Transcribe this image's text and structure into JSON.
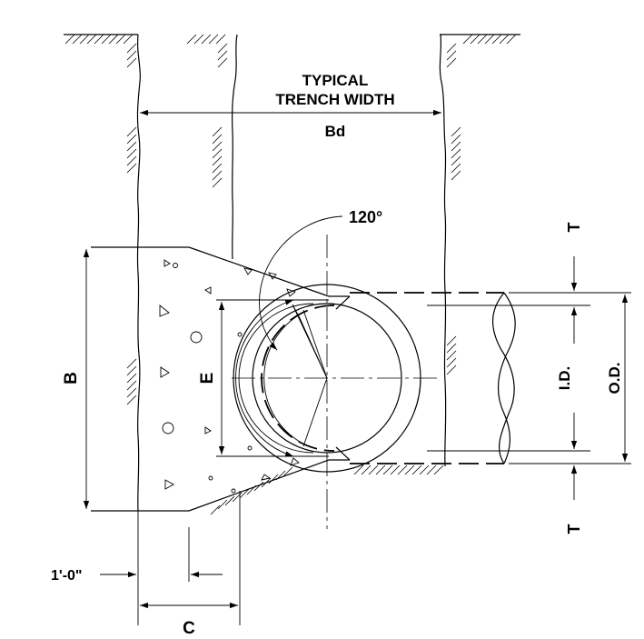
{
  "labels": {
    "trench_width_line1": "TYPICAL",
    "trench_width_line2": "TRENCH WIDTH",
    "trench_width_symbol": "Bd",
    "angle": "120°",
    "bedding_height": "B",
    "cradle_height": "E",
    "offset": "1'-0\"",
    "cradle_width": "C",
    "thickness_top": "T",
    "thickness_bottom": "T",
    "inside_diameter": "I.D.",
    "outside_diameter": "O.D."
  },
  "icons": {
    "arrowhead": "arrowhead-icon",
    "ground_hatch": "ground-hatch-icon",
    "aggregate": "concrete-aggregate-icon"
  },
  "colors": {
    "ink": "#000000",
    "background": "#ffffff"
  }
}
